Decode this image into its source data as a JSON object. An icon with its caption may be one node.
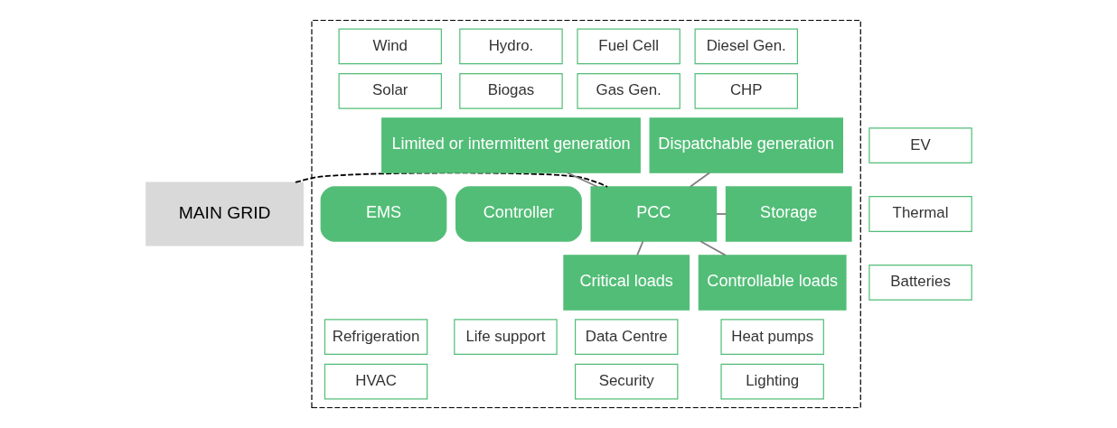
{
  "diagram": {
    "nodes": [
      {
        "text": [
          "MAIN GRID"
        ]
      },
      {
        "text": [],
        "shape": "box"
      },
      {
        "text": [
          "Diesel Gen."
        ],
        "in": 1
      },
      {
        "text": [
          "Fuel Cell"
        ],
        "in": 1
      },
      {
        "text": [
          "CHP"
        ],
        "in": 1
      },
      {
        "text": [
          "Gas Gen."
        ],
        "in": 1
      },
      {
        "text": [
          "Dispatchable generation"
        ],
        "in": 1
      },
      {
        "text": [
          "Hydro."
        ],
        "in": 1
      },
      {
        "text": [
          "Wind"
        ],
        "in": 1
      },
      {
        "text": [
          "Biogas"
        ],
        "in": 1
      },
      {
        "text": [
          "Solar"
        ],
        "in": 1
      },
      {
        "text": [
          "Limited or intermittent generation"
        ],
        "in": 1
      },
      {
        "text": [
          "PCC"
        ],
        "in": 1
      },
      {
        "text": [
          "Controller"
        ],
        "in": 1
      },
      {
        "text": [
          "EMS"
        ],
        "in": 1
      },
      {
        "text": [
          "Storage"
        ],
        "in": 1
      },
      {
        "text": [
          "EV"
        ]
      },
      {
        "text": [
          "Thermal"
        ]
      },
      {
        "text": [
          "Batteries"
        ]
      },
      {
        "text": [
          "Critical loads"
        ],
        "in": 1
      },
      {
        "text": [
          "Data Centre"
        ],
        "in": 1
      },
      {
        "text": [
          "Life support"
        ],
        "in": 1
      },
      {
        "text": [
          "Security"
        ],
        "in": 1
      },
      {
        "text": [
          "Controllable loads"
        ],
        "in": 1
      },
      {
        "text": [
          "Heat pumps"
        ],
        "in": 1
      },
      {
        "text": [
          "Refrigeration"
        ],
        "in": 1
      },
      {
        "text": [
          "Lighting"
        ],
        "in": 1
      },
      {
        "text": [
          "HVAC"
        ],
        "in": 1
      }
    ],
    "edges": [
      {
        "from": 0,
        "to": 12,
        "arrow": "none",
        "style": "dashed",
        "color": "#000000"
      },
      {
        "from": 12,
        "to": 6,
        "arrow": "none"
      },
      {
        "from": 12,
        "to": 11,
        "arrow": "none"
      },
      {
        "from": 12,
        "to": 15,
        "arrow": "none"
      },
      {
        "from": 12,
        "to": 19,
        "arrow": "none"
      },
      {
        "from": 12,
        "to": 23,
        "arrow": "none"
      }
    ]
  }
}
